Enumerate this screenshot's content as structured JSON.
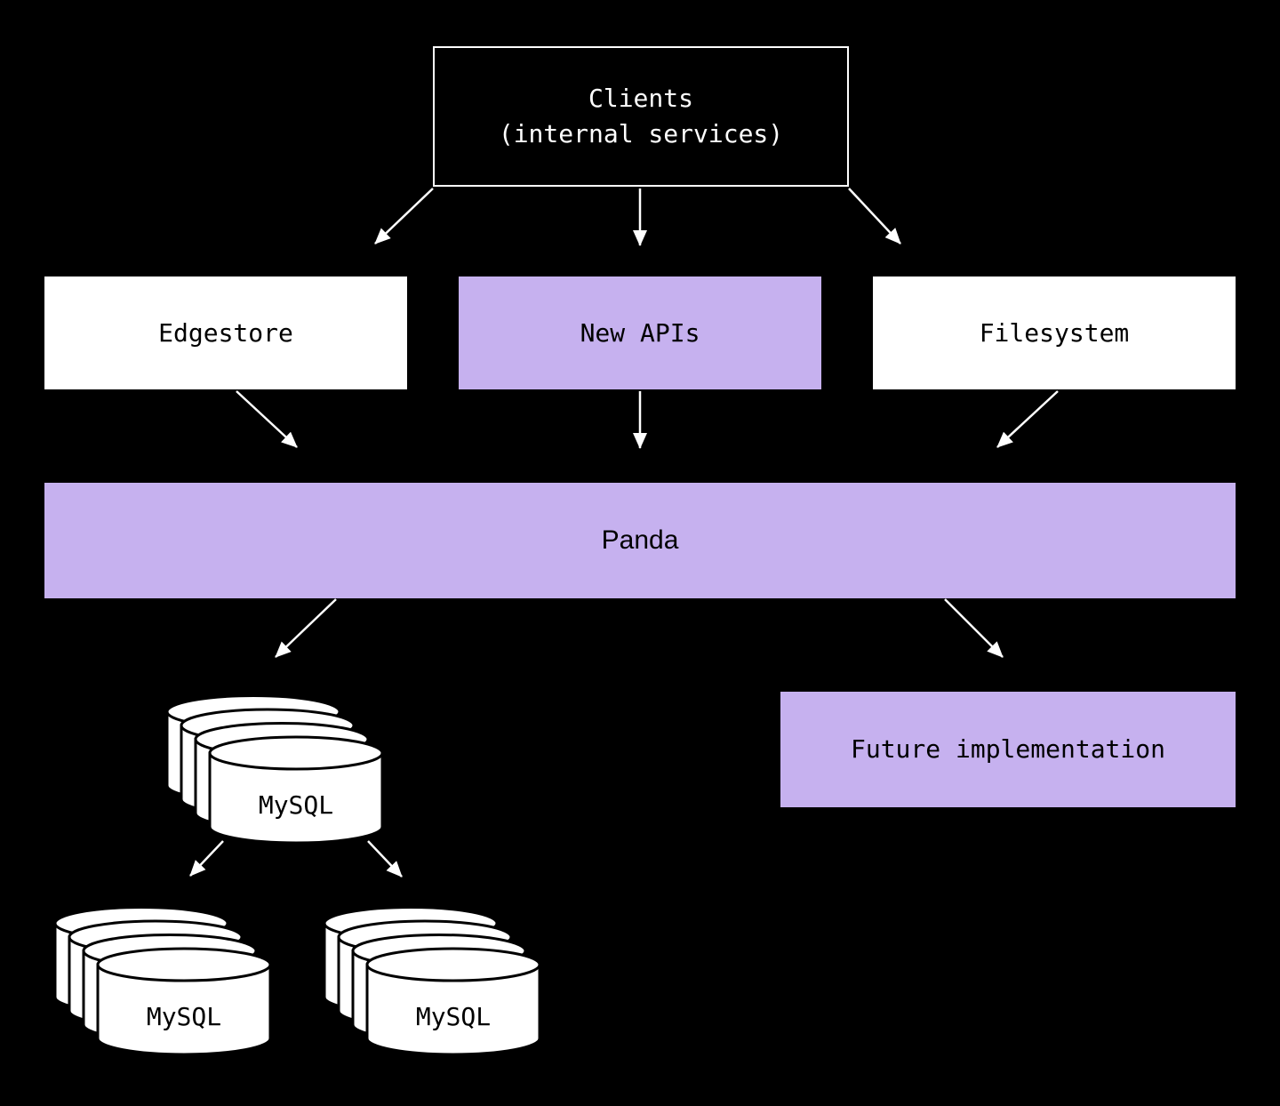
{
  "canvas": {
    "bg": "#000000",
    "accent_purple": "#c6b1ef",
    "box_white": "#ffffff",
    "line_color": "#ffffff",
    "outline_ink": "#000000"
  },
  "diagram": {
    "nodes": {
      "clients": {
        "label_line1": "Clients",
        "label_line2": "(internal services)",
        "style": "black-outlined"
      },
      "edgestore": {
        "label": "Edgestore",
        "style": "white"
      },
      "new_apis": {
        "label": "New APIs",
        "style": "purple"
      },
      "filesystem": {
        "label": "Filesystem",
        "style": "white"
      },
      "panda": {
        "label": "Panda",
        "style": "purple"
      },
      "future": {
        "label": "Future implementation",
        "style": "purple"
      },
      "mysql_main": {
        "label": "MySQL",
        "type": "database-stack"
      },
      "mysql_shard_left": {
        "label": "MySQL",
        "type": "database-stack"
      },
      "mysql_shard_right": {
        "label": "MySQL",
        "type": "database-stack"
      }
    },
    "edges": [
      {
        "from": "clients",
        "to": "edgestore"
      },
      {
        "from": "clients",
        "to": "new_apis"
      },
      {
        "from": "clients",
        "to": "filesystem"
      },
      {
        "from": "edgestore",
        "to": "panda"
      },
      {
        "from": "new_apis",
        "to": "panda"
      },
      {
        "from": "filesystem",
        "to": "panda"
      },
      {
        "from": "panda",
        "to": "mysql_main"
      },
      {
        "from": "panda",
        "to": "future"
      },
      {
        "from": "mysql_main",
        "to": "mysql_shard_left"
      },
      {
        "from": "mysql_main",
        "to": "mysql_shard_right"
      }
    ]
  }
}
